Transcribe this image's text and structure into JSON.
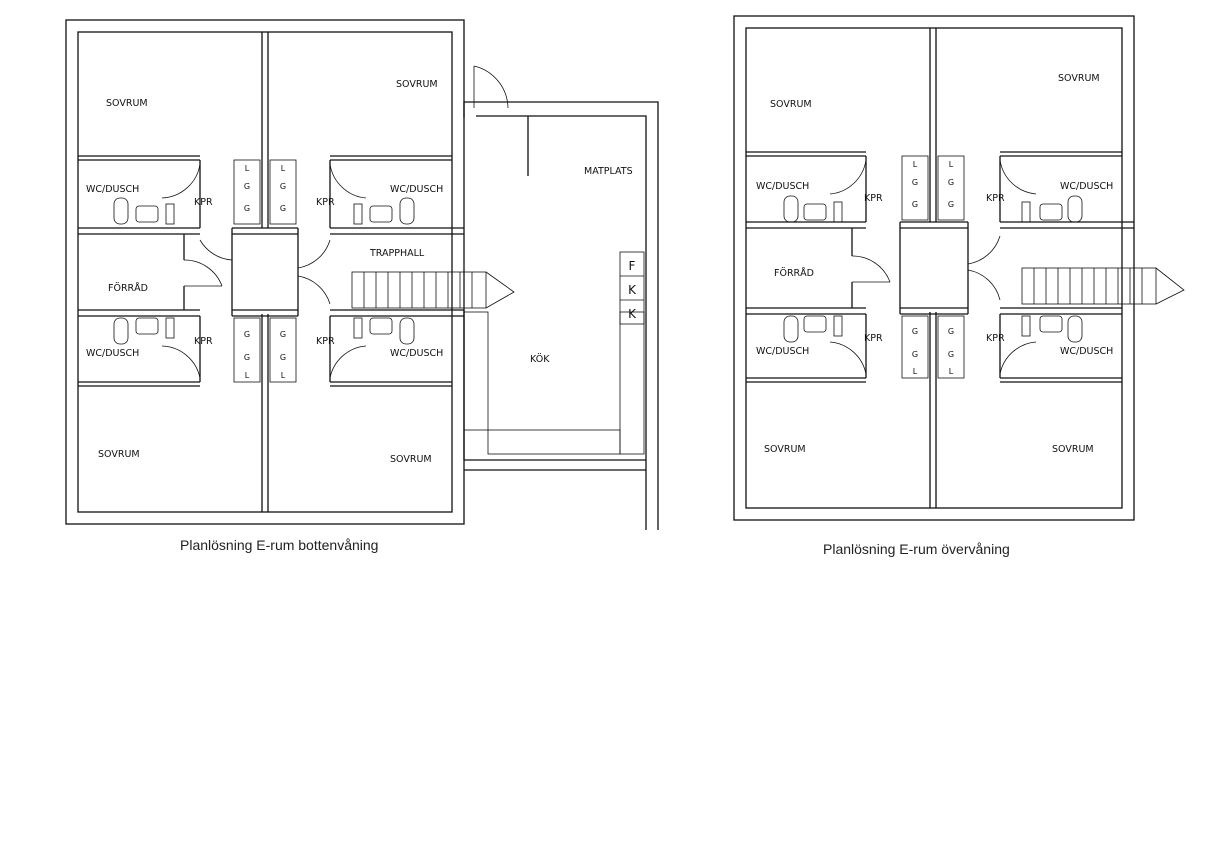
{
  "ground_floor": {
    "caption": "Planlösning E-rum bottenvåning",
    "rooms": {
      "sovrum_tl": "SOVRUM",
      "sovrum_tr": "SOVRUM",
      "sovrum_bl": "SOVRUM",
      "sovrum_br": "SOVRUM",
      "wc_tl": "WC/DUSCH",
      "wc_tr": "WC/DUSCH",
      "wc_bl": "WC/DUSCH",
      "wc_br": "WC/DUSCH",
      "kpr_tl": "KPR",
      "kpr_tr": "KPR",
      "kpr_bl": "KPR",
      "kpr_br": "KPR",
      "forrad": "FÖRRÅD",
      "trapphall": "TRAPPHALL",
      "matplats": "MATPLATS",
      "kok": "KÖK"
    },
    "cabinets": {
      "top_left": [
        "L",
        "G",
        "G"
      ],
      "top_right": [
        "L",
        "G",
        "G"
      ],
      "bottom_left": [
        "G",
        "G",
        "L"
      ],
      "bottom_right": [
        "G",
        "G",
        "L"
      ]
    },
    "appliances": [
      "F",
      "K",
      "K"
    ]
  },
  "upper_floor": {
    "caption": "Planlösning E-rum övervåning",
    "rooms": {
      "sovrum_tl": "SOVRUM",
      "sovrum_tr": "SOVRUM",
      "sovrum_bl": "SOVRUM",
      "sovrum_br": "SOVRUM",
      "wc_tl": "WC/DUSCH",
      "wc_tr": "WC/DUSCH",
      "wc_bl": "WC/DUSCH",
      "wc_br": "WC/DUSCH",
      "kpr_tl": "KPR",
      "kpr_tr": "KPR",
      "kpr_bl": "KPR",
      "kpr_br": "KPR",
      "forrad": "FÖRRÅD"
    },
    "cabinets": {
      "top_left": [
        "L",
        "G",
        "G"
      ],
      "top_right": [
        "L",
        "G",
        "G"
      ],
      "bottom_left": [
        "G",
        "G",
        "L"
      ],
      "bottom_right": [
        "G",
        "G",
        "L"
      ]
    }
  }
}
